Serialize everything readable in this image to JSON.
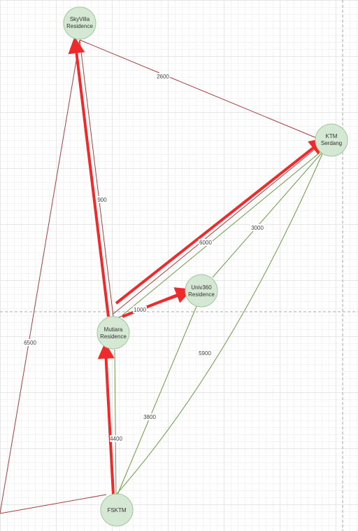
{
  "colors": {
    "node_fill": "#d5e8d4",
    "node_stroke": "#9ec89a",
    "edge_brown": "#a33f3f",
    "edge_green": "#6a9a45",
    "arrow_red": "#f02a2a",
    "page_break": "#aaaaaa"
  },
  "nodes": [
    {
      "id": "skyvilla",
      "lines": [
        "SkyVilla",
        "Residence"
      ]
    },
    {
      "id": "ktm",
      "lines": [
        "KTM",
        "Serdang"
      ]
    },
    {
      "id": "univ360",
      "lines": [
        "Univ360",
        "Residence"
      ]
    },
    {
      "id": "mutiara",
      "lines": [
        "Mutiara",
        "Residence"
      ]
    },
    {
      "id": "fsktm",
      "lines": [
        "FSKTM"
      ]
    }
  ],
  "edge_labels": [
    "2600",
    "900",
    "6000",
    "3000",
    "1000",
    "6500",
    "5900",
    "3800",
    "4400"
  ]
}
